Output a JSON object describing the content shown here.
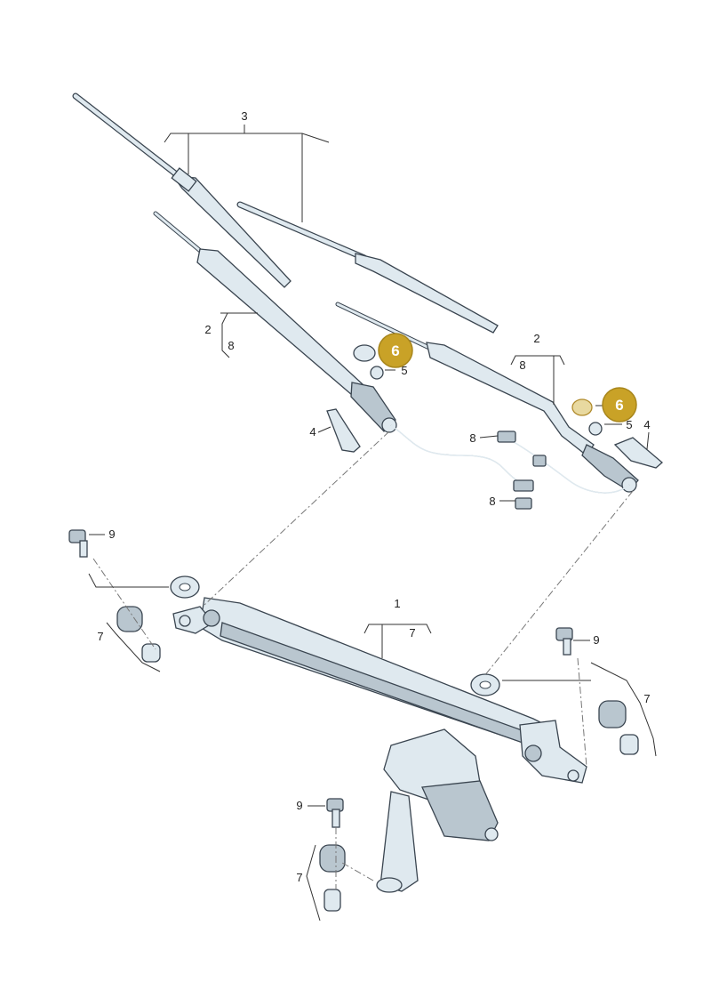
{
  "labels": {
    "l3": "3",
    "l2a": "2",
    "l8a": "8",
    "l2b": "2",
    "l8b": "8",
    "l5a": "5",
    "l5b": "5",
    "l6a": "6",
    "l6b": "6",
    "l4a": "4",
    "l4b": "4",
    "l8c": "8",
    "l8d": "8",
    "l9a": "9",
    "l9b": "9",
    "l9c": "9",
    "l7a": "7",
    "l7b": "7",
    "l7c": "7",
    "l7d": "7",
    "l1": "1"
  },
  "colors": {
    "badge": "#c9a227",
    "part": "#dfe9ef",
    "outline": "#3a4550"
  }
}
